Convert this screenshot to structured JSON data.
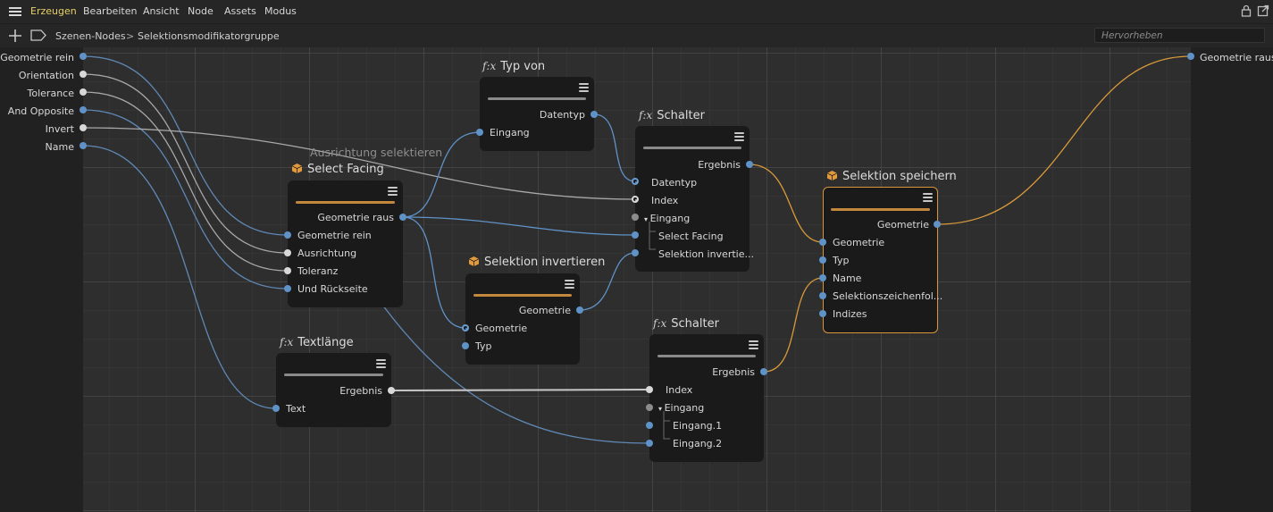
{
  "menubar": {
    "items": [
      "Erzeugen",
      "Bearbeiten",
      "Ansicht",
      "Node",
      "Assets",
      "Modus"
    ],
    "active_index": 0,
    "accent_color": "#e8d067"
  },
  "breadcrumb": {
    "items": [
      "Szenen-Nodes",
      "Selektionsmodifikatorgruppe"
    ],
    "separator": ">"
  },
  "search": {
    "placeholder": "Hervorheben"
  },
  "inputs_panel": {
    "ports": [
      "Geometrie rein",
      "Orientation",
      "Tolerance",
      "And Opposite",
      "Invert",
      "Name"
    ]
  },
  "outputs_panel": {
    "ports": [
      "Geometrie raus"
    ]
  },
  "ghost_label": "Ausrichtung selektieren",
  "nodes": {
    "select_facing": {
      "title": "Select Facing",
      "outputs": [
        "Geometrie raus"
      ],
      "inputs": [
        "Geometrie rein",
        "Ausrichtung",
        "Toleranz",
        "Und Rückseite"
      ]
    },
    "typ_von": {
      "fx": "f:x",
      "title": "Typ von",
      "outputs": [
        "Datentyp"
      ],
      "inputs": [
        "Eingang"
      ]
    },
    "schalter1": {
      "fx": "f:x",
      "title": "Schalter",
      "outputs": [
        "Ergebnis"
      ],
      "inputs": [
        "Datentyp",
        "Index",
        "Eingang",
        "Select Facing",
        "Selektion invertie..."
      ]
    },
    "selektion_invertieren": {
      "title": "Selektion invertieren",
      "outputs": [
        "Geometrie"
      ],
      "inputs": [
        "Geometrie",
        "Typ"
      ]
    },
    "textlaenge": {
      "fx": "f:x",
      "title": "Textlänge",
      "outputs": [
        "Ergebnis"
      ],
      "inputs": [
        "Text"
      ]
    },
    "schalter2": {
      "fx": "f:x",
      "title": "Schalter",
      "outputs": [
        "Ergebnis"
      ],
      "inputs": [
        "Index",
        "Eingang",
        "Eingang.1",
        "Eingang.2"
      ]
    },
    "selektion_speichern": {
      "title": "Selektion speichern",
      "outputs": [
        "Geometrie"
      ],
      "inputs": [
        "Geometrie",
        "Typ",
        "Name",
        "Selektionszeichenfol...",
        "Indizes"
      ]
    }
  },
  "colors": {
    "blue_port": "#5f93c8",
    "white_port": "#d8d8d8",
    "orange_wire": "#d89a3a",
    "selected_border": "#d8953a"
  }
}
